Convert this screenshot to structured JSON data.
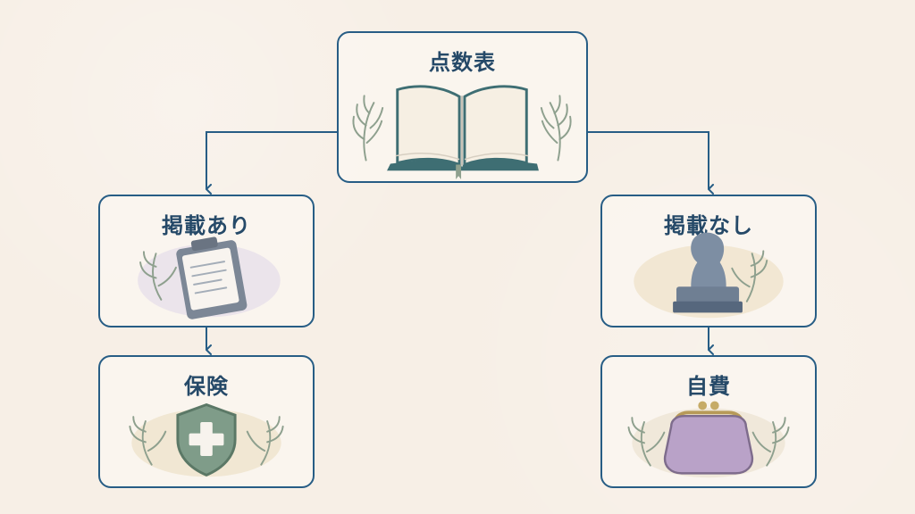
{
  "diagram": {
    "nodes": {
      "root": {
        "label": "点数表",
        "icon": "open-book-icon"
      },
      "listed": {
        "label": "掲載あり",
        "icon": "clipboard-icon"
      },
      "unlisted": {
        "label": "掲載なし",
        "icon": "stamp-icon"
      },
      "insurance": {
        "label": "保険",
        "icon": "shield-cross-icon"
      },
      "selfpay": {
        "label": "自費",
        "icon": "coin-purse-icon"
      }
    },
    "colors": {
      "background": "#f7efe6",
      "line": "#275d85",
      "text": "#254968",
      "leaf": "#8ea08e",
      "book": "#3e6e73",
      "clipboard": "#7c8796",
      "stamp": "#6f7f93",
      "shield": "#7f9c89",
      "purse": "#b9a2c8"
    }
  }
}
